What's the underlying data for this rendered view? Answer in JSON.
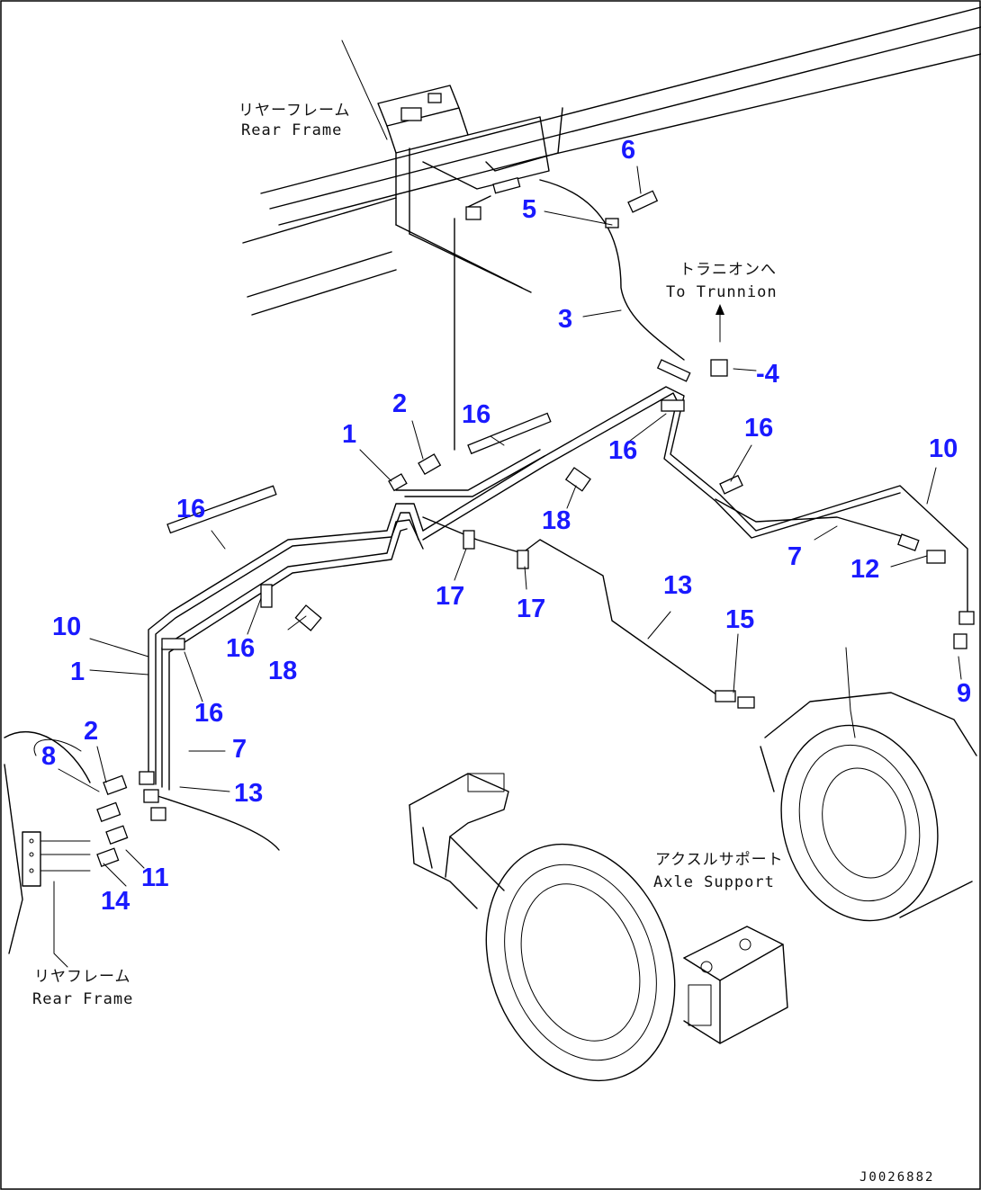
{
  "diagram": {
    "callouts": [
      "1",
      "2",
      "3",
      "4",
      "5",
      "6",
      "7",
      "8",
      "9",
      "10",
      "11",
      "12",
      "13",
      "14",
      "15",
      "16",
      "17",
      "18"
    ],
    "labels": {
      "rear_frame_top_jp": "リヤーフレーム",
      "rear_frame_top_en": "Rear Frame",
      "trunnion_jp": "トラニオンへ",
      "trunnion_en": "To Trunnion",
      "axle_support_jp": "アクスルサポート",
      "axle_support_en": "Axle Support",
      "rear_frame_bottom_jp": "リヤフレーム",
      "rear_frame_bottom_en": "Rear Frame"
    },
    "drawing_code": "J0026882"
  }
}
